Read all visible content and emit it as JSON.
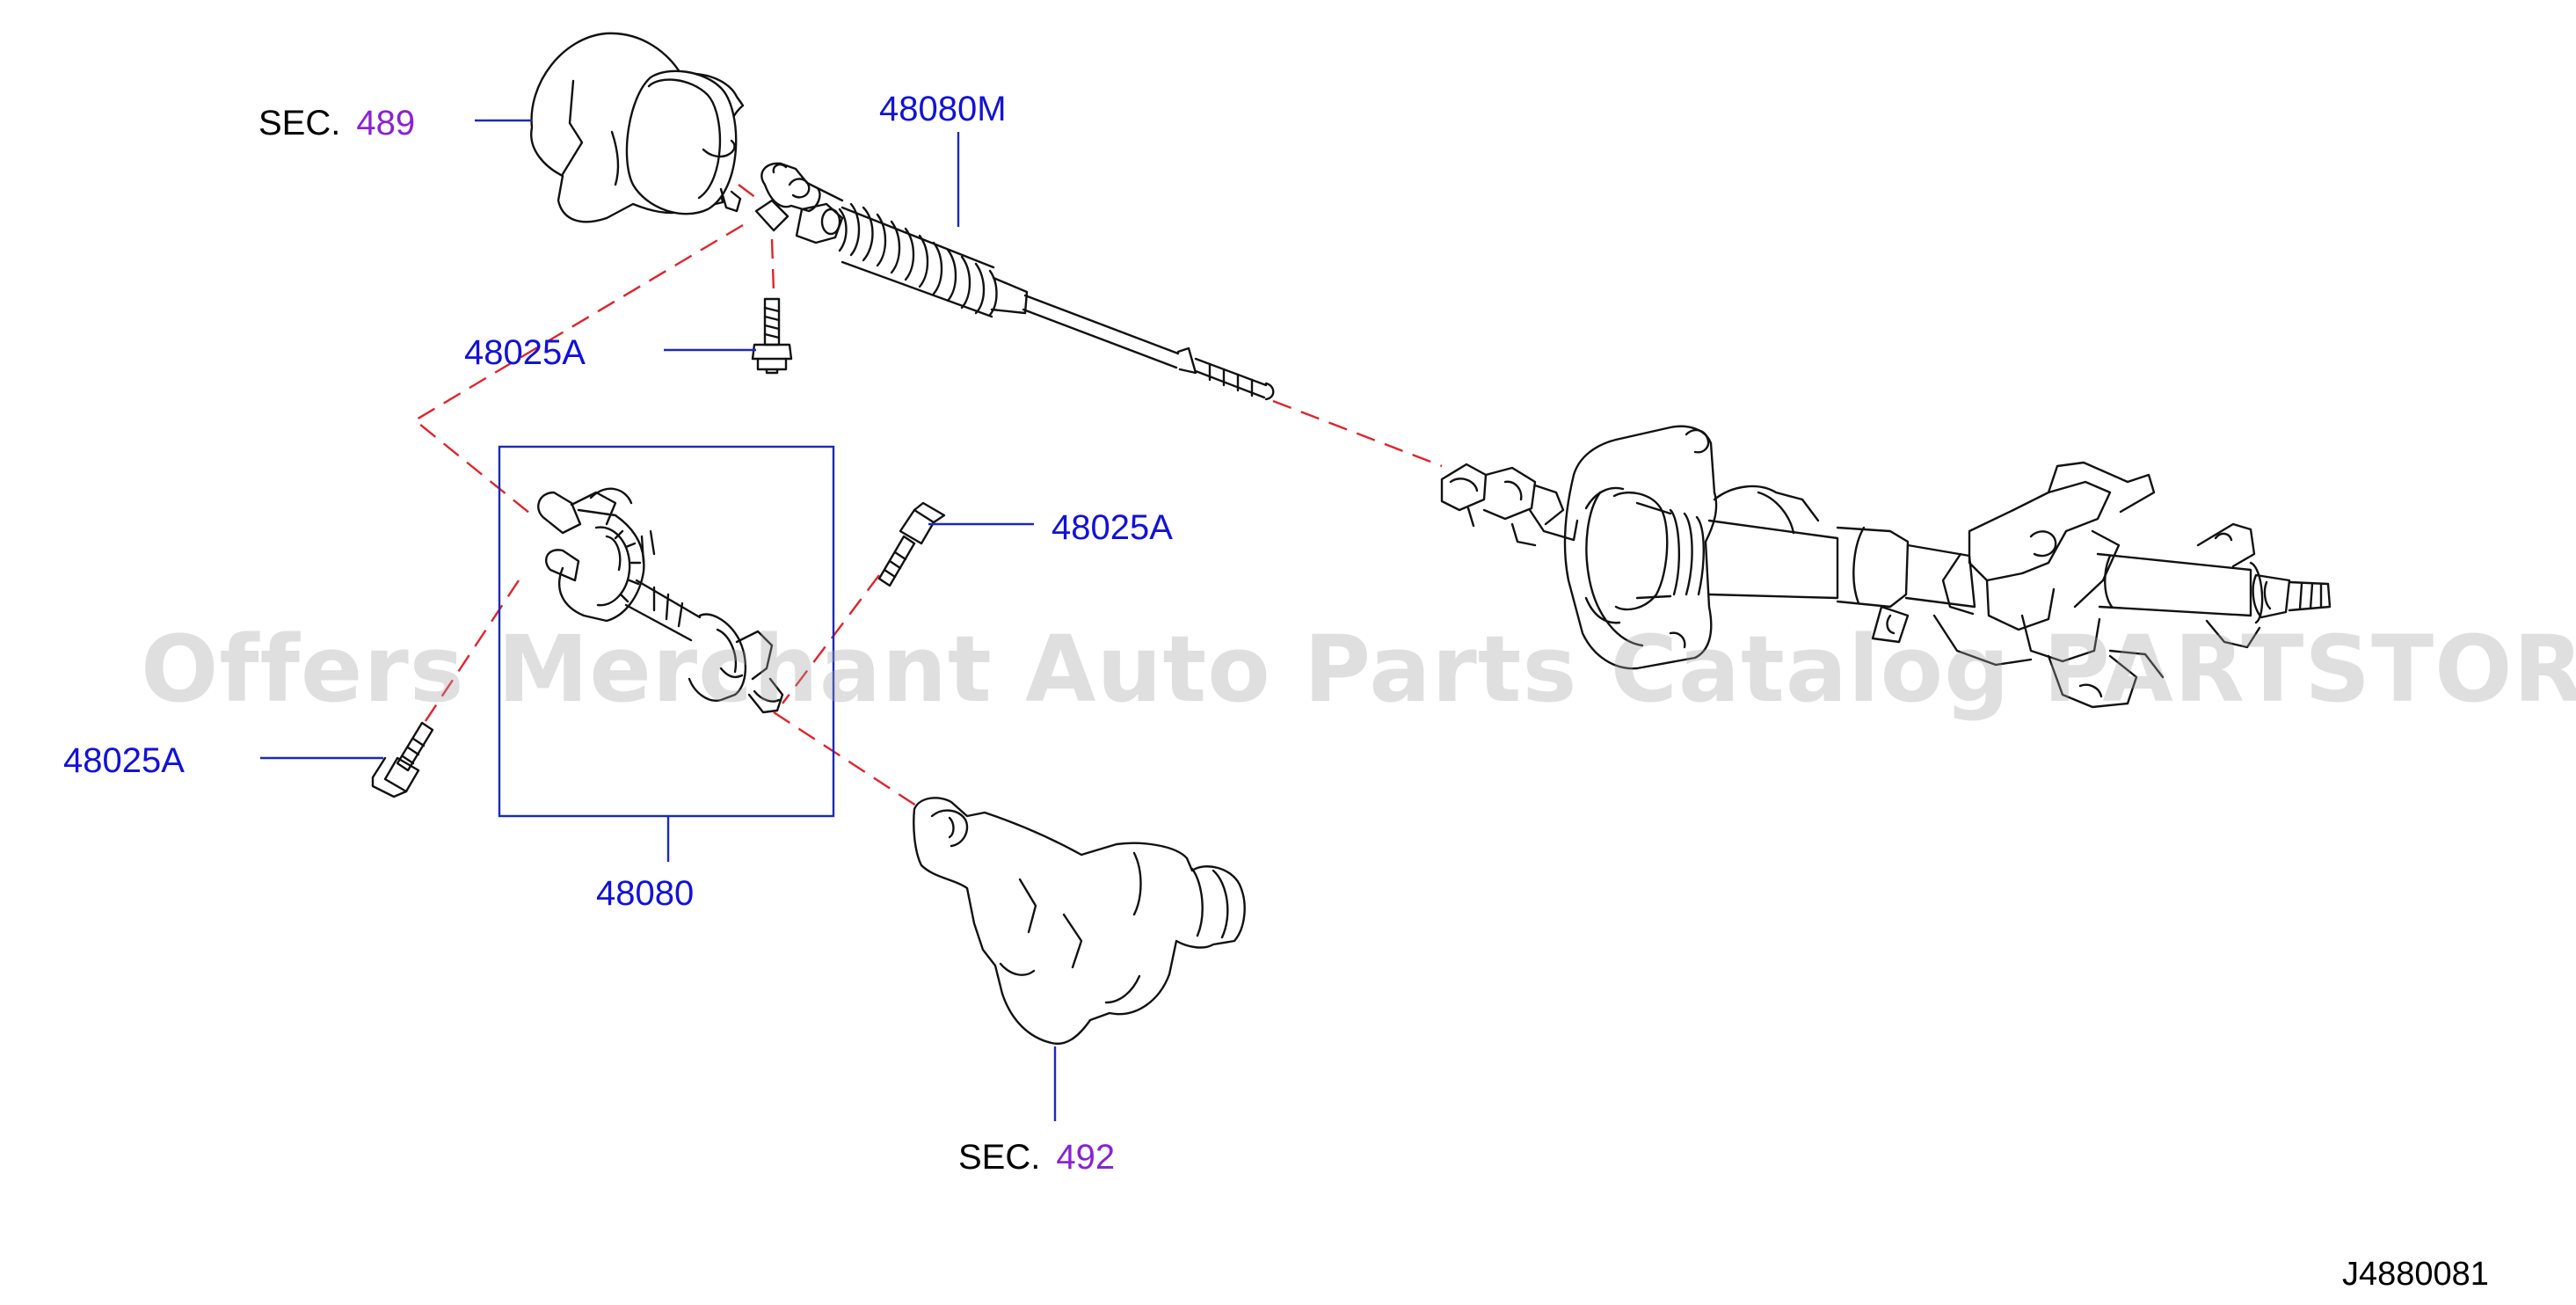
{
  "colors": {
    "part_label": "#1212d8",
    "section_number": "#8a22d4",
    "leader_line": "#1b2ab8",
    "dashed_line": "#e0242b",
    "drawing": "#111111"
  },
  "labels": {
    "sec489": {
      "prefix": "SEC.",
      "number": "489"
    },
    "p48080M": {
      "text": "48080M"
    },
    "p48025A_top": {
      "text": "48025A"
    },
    "p48025A_right": {
      "text": "48025A"
    },
    "p48025A_left": {
      "text": "48025A"
    },
    "p48080": {
      "text": "48080"
    },
    "sec492": {
      "prefix": "SEC.",
      "number": "492"
    }
  },
  "diagram_code": "J4880081",
  "watermark": "Offers Merchant Auto Parts Catalog PARTSTORE.SA"
}
